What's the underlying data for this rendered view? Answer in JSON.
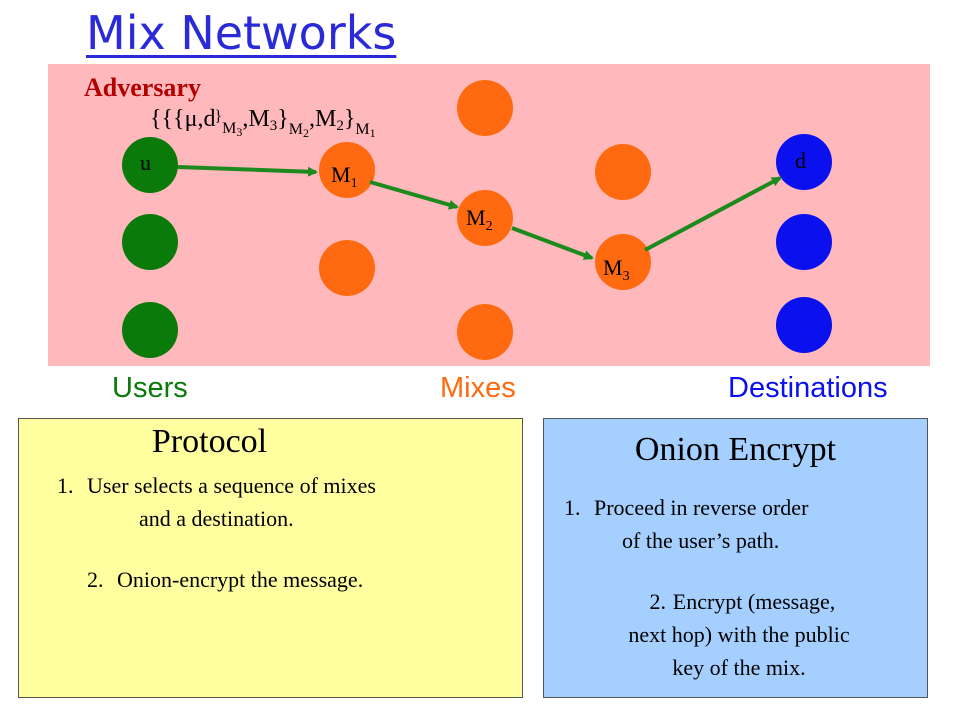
{
  "slide": {
    "title": "Mix Networks"
  },
  "diagram": {
    "adversary_label": "Adversary",
    "onion_message": {
      "open": "{{{",
      "mu": "μ",
      "d": ",d",
      "sub_m3": "M",
      "sub_m3_idx": "3",
      "m3": ",M",
      "m3_idx": "3",
      "sub_m2": "M",
      "sub_m2_idx": "2",
      "m2": ",M",
      "m2_idx": "2",
      "sub_m1": "M",
      "sub_m1_idx": "1"
    },
    "nodes": {
      "user": "u",
      "dest": "d",
      "m1": "M",
      "m1_idx": "1",
      "m2": "M",
      "m2_idx": "2",
      "m3": "M",
      "m3_idx": "3"
    },
    "columns": {
      "users": "Users",
      "mixes": "Mixes",
      "destinations": "Destinations"
    },
    "colors": {
      "adversary_region": "#ffb8bc",
      "adversary_text": "#b30000",
      "user_node": "#0a7a0a",
      "mix_node": "#ff6a10",
      "dest_node": "#0a10ee",
      "path": "#1c8a1c",
      "users_label": "#0a7a0a",
      "mixes_label": "#ff6a10",
      "dest_label": "#0a10ee"
    }
  },
  "protocol": {
    "title": "Protocol",
    "items": [
      {
        "num": "1.",
        "line1": "User selects a sequence of mixes",
        "line2": "and a destination."
      },
      {
        "num": "2.",
        "line1": "Onion-encrypt the message."
      }
    ]
  },
  "onion_encrypt": {
    "title": "Onion Encrypt",
    "items": [
      {
        "num": "1.",
        "line1": "Proceed in reverse order",
        "line2": "of the user’s path."
      },
      {
        "num": "2.",
        "line1": "Encrypt (message,",
        "line2": "next hop) with the public",
        "line3": "key of the mix."
      }
    ]
  }
}
